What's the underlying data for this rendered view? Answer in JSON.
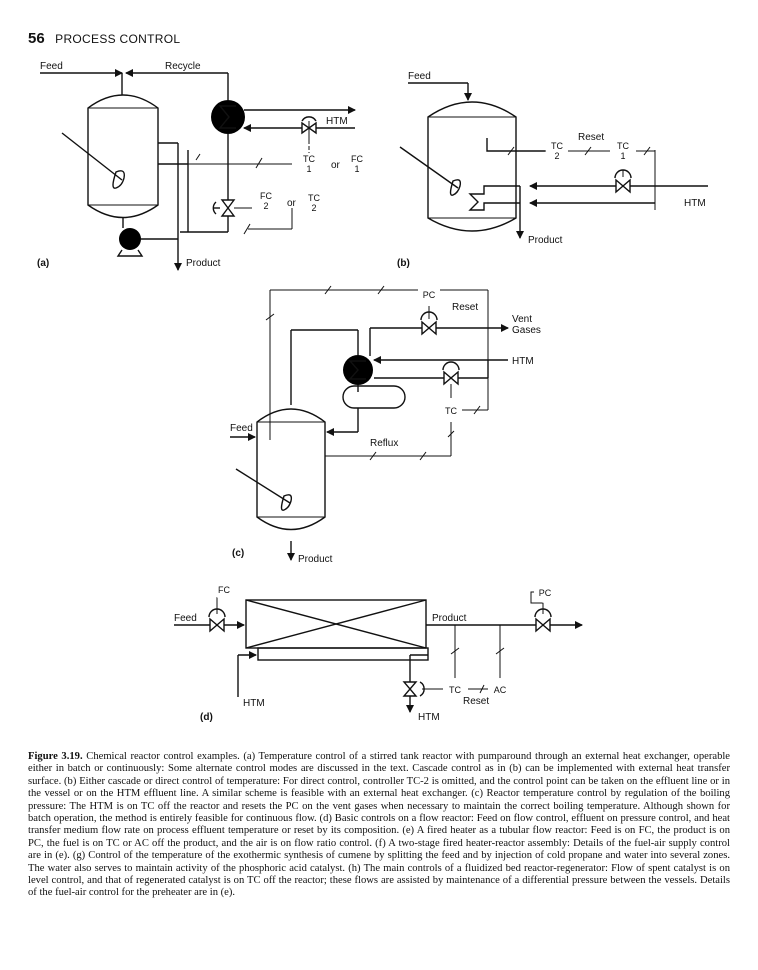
{
  "header": {
    "page_number": "56",
    "section": "PROCESS CONTROL"
  },
  "panel_a": {
    "label": "(a)",
    "feed": "Feed",
    "recycle": "Recycle",
    "htm": "HTM",
    "product": "Product",
    "tc1_top": "TC",
    "tc1_bottom": "1",
    "or1": "or",
    "fc1_top": "FC",
    "fc1_bottom": "1",
    "fc2_top": "FC",
    "fc2_bottom": "2",
    "or2": "or",
    "tc2_top": "TC",
    "tc2_bottom": "2"
  },
  "panel_b": {
    "label": "(b)",
    "feed": "Feed",
    "reset": "Reset",
    "htm": "HTM",
    "product": "Product",
    "tc2_top": "TC",
    "tc2_bottom": "2",
    "tc1_top": "TC",
    "tc1_bottom": "1"
  },
  "panel_c": {
    "label": "(c)",
    "pc": "PC",
    "reset": "Reset",
    "vent_1": "Vent",
    "vent_2": "Gases",
    "htm": "HTM",
    "tc": "TC",
    "feed": "Feed",
    "reflux": "Reflux",
    "product": "Product"
  },
  "panel_d": {
    "label": "(d)",
    "fc": "FC",
    "pc": "PC",
    "feed": "Feed",
    "product": "Product",
    "tc": "TC",
    "ac": "AC",
    "reset": "Reset",
    "htm_left": "HTM",
    "htm_bottom": "HTM"
  },
  "caption": {
    "figure": "Figure 3.19.",
    "text": "Chemical reactor control examples. (a) Temperature control of a stirred tank reactor with pumparound through an external heat exchanger, operable either in batch or continuously: Some alternate control modes are discussed in the text. Cascade control as in (b) can be implemented with external heat transfer surface. (b) Either cascade or direct control of temperature: For direct control, controller TC-2 is omitted, and the control point can be taken on the effluent line or in the vessel or on the HTM effluent line. A similar scheme is feasible with an external heat exchanger. (c) Reactor temperature control by regulation of the boiling pressure: The HTM is on TC off the reactor and resets the PC on the vent gases when necessary to maintain the correct boiling temperature. Although shown for batch operation, the method is entirely feasible for continuous flow. (d) Basic controls on a flow reactor: Feed on flow control, effluent on pressure control, and heat transfer medium flow rate on process effluent temperature or reset by its composition. (e) A fired heater as a tubular flow reactor: Feed is on FC, the product is on PC, the fuel is on TC or AC off the product, and the air is on flow ratio control. (f) A two-stage fired heater-reactor assembly: Details of the fuel-air supply control are in (e). (g) Control of the temperature of the exothermic synthesis of cumene by splitting the feed and by injection of cold propane and water into several zones. The water also serves to maintain activity of the phosphoric acid catalyst. (h) The main controls of a fluidized bed reactor-regenerator: Flow of spent catalyst is on level control, and that of regenerated catalyst is on TC off the reactor; these flows are assisted by maintenance of a differential pressure between the vessels. Details of the fuel-air control for the preheater are in (e)."
  }
}
